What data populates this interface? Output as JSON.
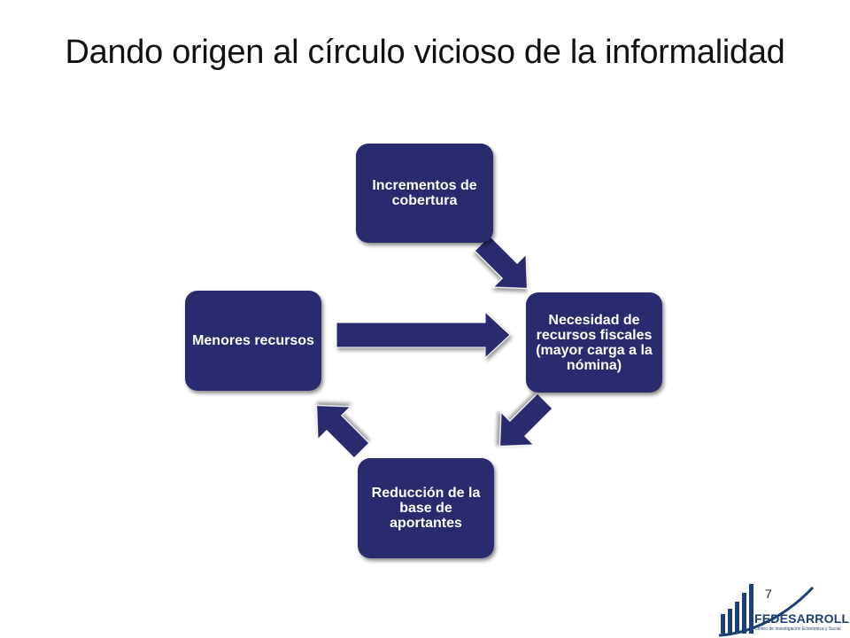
{
  "title": "Dando origen al círculo vicioso de la informalidad",
  "nodes": {
    "top": "Incrementos de cobertura",
    "right": "Necesidad de recursos fiscales (mayor carga a la nómina)",
    "bottom": "Reducción de la base de aportantes",
    "left": "Menores recursos"
  },
  "page_number": "7",
  "logo": {
    "name": "FEDESARROLLO",
    "subtitle": "Centro de Investigación Económica y Social"
  },
  "colors": {
    "node_fill": "#2a2a6e",
    "arrow_fill": "#2a2a6e",
    "logo": "#1e3f73"
  }
}
